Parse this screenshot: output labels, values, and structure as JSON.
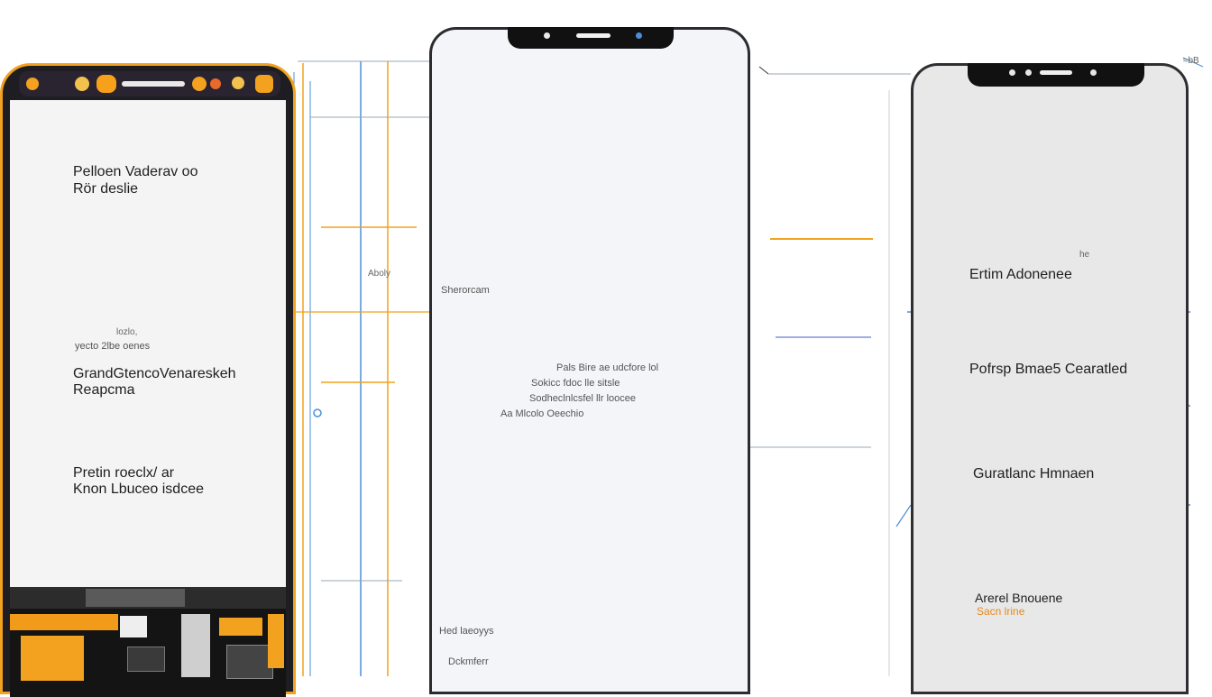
{
  "left_phone": {
    "title_line1": "Pelloen Vaderav oo",
    "title_line2": "Rör deslie",
    "note_line1": "lozlo,",
    "note_line2": "yecto 2lbe oenes",
    "section2_line1": "GrandGtencoVenareskeh",
    "section2_line2": "Reapcma",
    "section3_line1": "Pretin roeclx/ ar",
    "section3_line2": "Knon Lbuceo isdcee"
  },
  "middle_phone": {
    "callout_left": "Aboly",
    "screen_label": "Sherorcam",
    "desc_line1": "Pals Bire ae udcfore lol",
    "desc_line2": "Sokicc fdoc lle sitsle",
    "desc_line3": "Sodheclnlcsfel llr loocee",
    "desc_line4": "Aa Mlcolo Oeechio",
    "bottom_line1": "Hed laeoyys",
    "bottom_line2": "Dckmferr"
  },
  "right_phone": {
    "corner_label": "≈bB",
    "small_label": "he",
    "section1": "Ertim Adonenee",
    "section2": "Pofrsp Bmae5 Cearatled",
    "section3": "Guratlanc Hmnaen",
    "section4_line1": "Arerel Bnouene",
    "section4_line2": "Sacn lrine"
  },
  "colors": {
    "accent_orange": "#f2a21e",
    "line_blue": "#4a90d9",
    "line_red": "#d64a2a"
  }
}
